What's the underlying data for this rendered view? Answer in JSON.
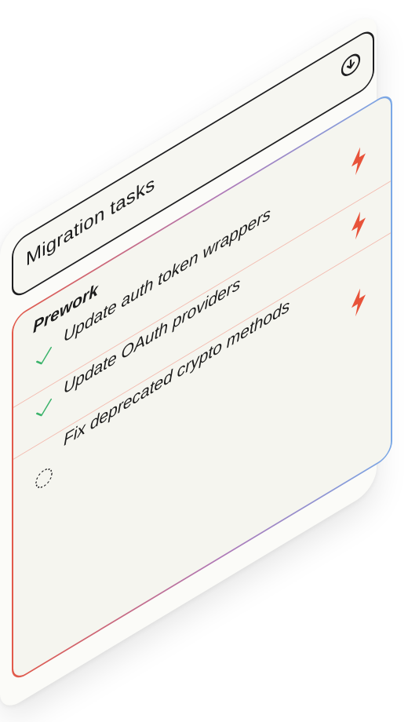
{
  "card": {
    "title": "Migration tasks",
    "download_icon": "download-circle-icon"
  },
  "section": {
    "title": "Prework",
    "tasks": [
      {
        "label": "Update auth token wrappers",
        "status": "done",
        "status_icon": "check-icon",
        "priority_icon": "lightning-bolt-icon"
      },
      {
        "label": "Update OAuth providers",
        "status": "done",
        "status_icon": "check-icon",
        "priority_icon": "lightning-bolt-icon"
      },
      {
        "label": "Fix deprecated crypto methods",
        "status": "pending",
        "status_icon": "dashed-circle-icon",
        "priority_icon": "lightning-bolt-icon"
      }
    ]
  },
  "colors": {
    "accent_red": "#e8533a",
    "check_green": "#3bb36b",
    "row_divider": "#f3b9ad",
    "border_blue": "#7aa8e6"
  }
}
